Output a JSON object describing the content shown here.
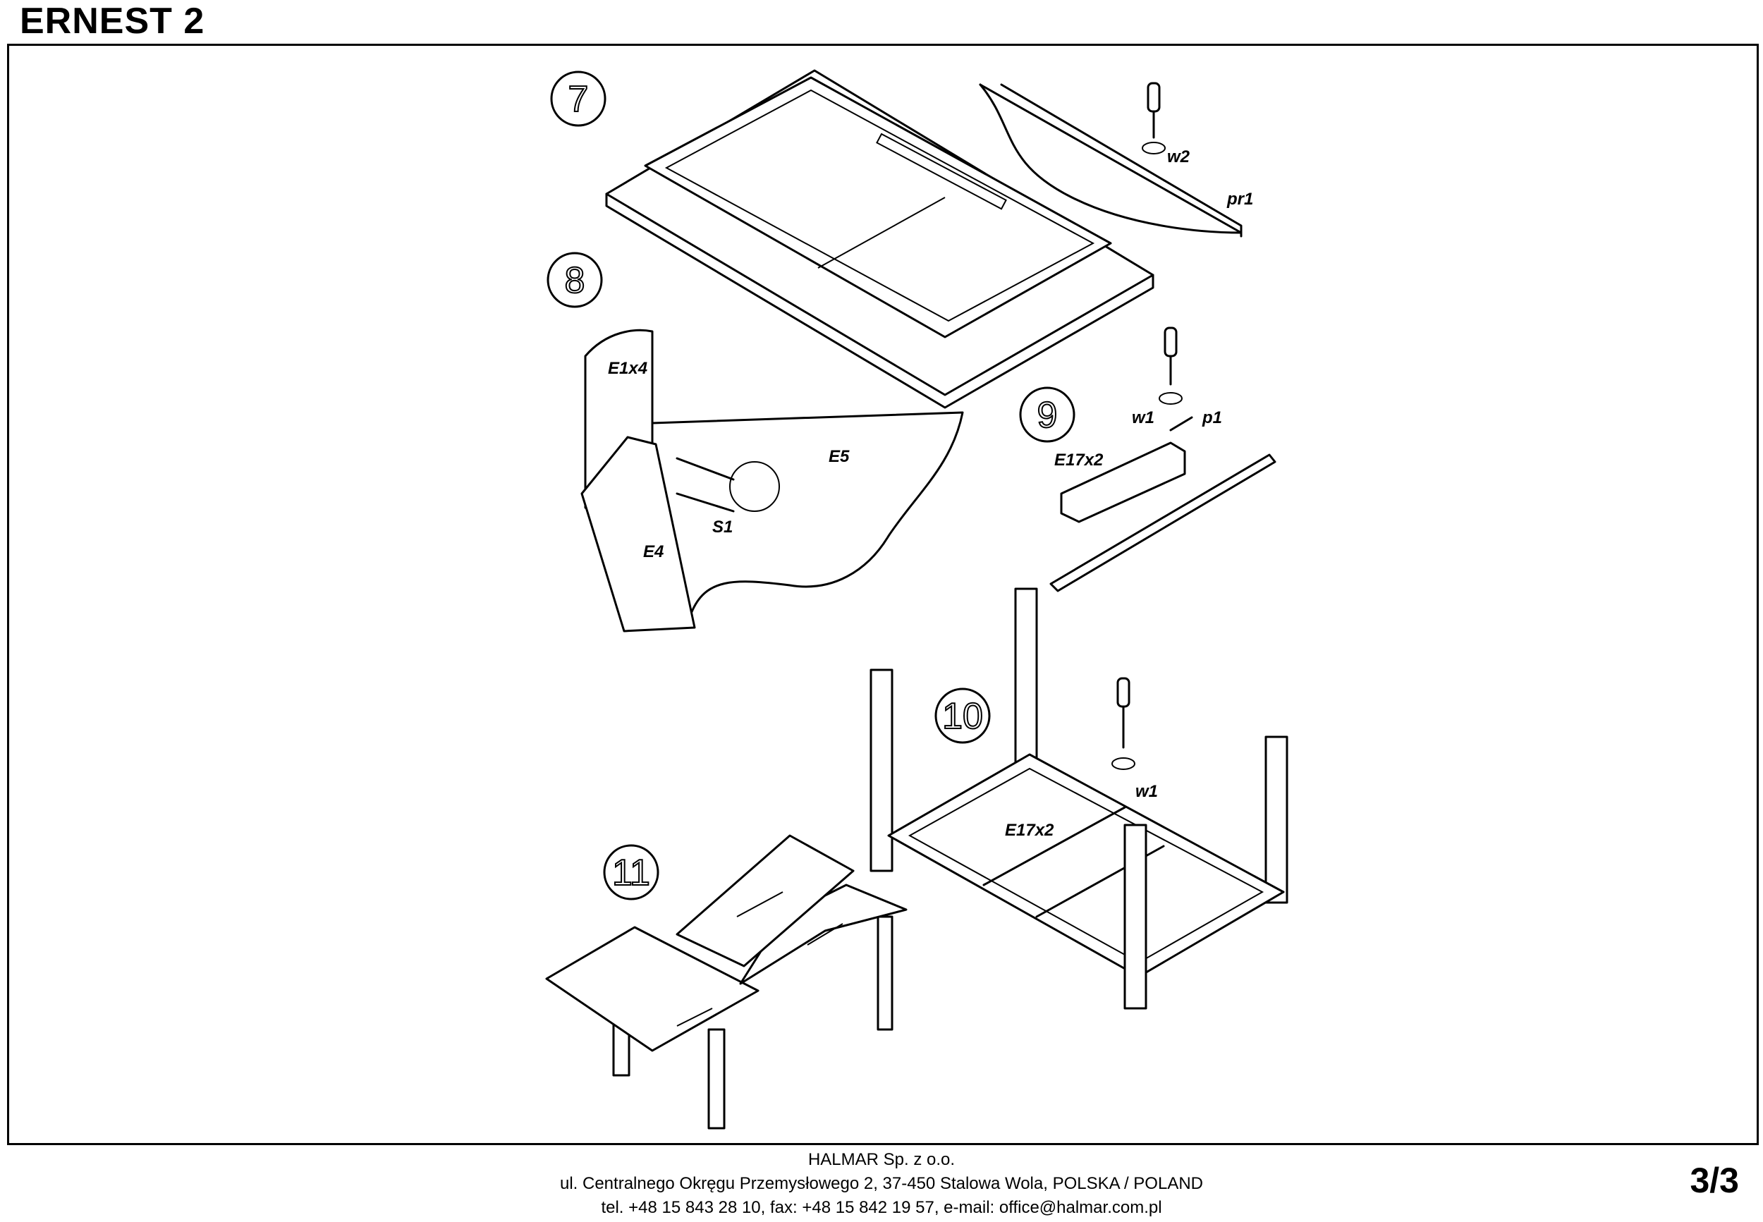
{
  "document": {
    "title": "ERNEST 2",
    "page_number": "3/3"
  },
  "steps": [
    {
      "number": "7",
      "labels": [
        "w2",
        "pr1"
      ]
    },
    {
      "number": "8",
      "labels": [
        "E1x4",
        "E5",
        "S1",
        "E4"
      ]
    },
    {
      "number": "9",
      "labels": [
        "w1",
        "p1",
        "E17x2"
      ]
    },
    {
      "number": "10",
      "labels": [
        "w1",
        "E17x2"
      ]
    },
    {
      "number": "11",
      "labels": []
    }
  ],
  "footer": {
    "company": "HALMAR Sp. z o.o.",
    "address": "ul. Centralnego Okręgu Przemysłowego 2, 37-450 Stalowa Wola, POLSKA / POLAND",
    "contact": "tel. +48 15 843 28 10, fax: +48 15 842 19 57, e-mail: office@halmar.com.pl"
  }
}
